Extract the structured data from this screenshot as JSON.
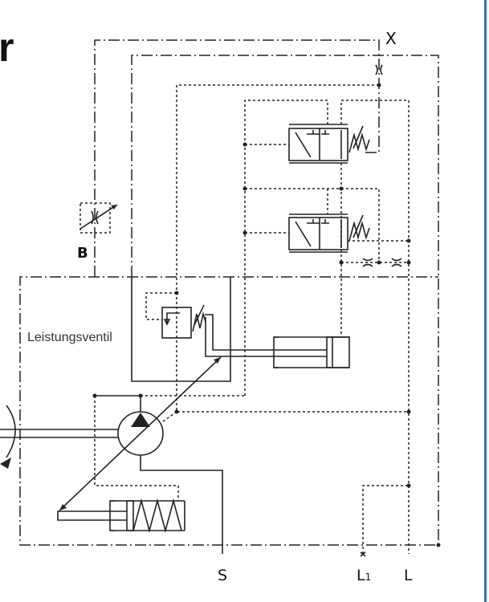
{
  "heading_fragment": "r",
  "ports": {
    "x": "X",
    "b": "B",
    "s": "S",
    "l1_base": "L",
    "l1_sub": "1",
    "l": "L"
  },
  "component_label": "Leistungsventil",
  "colors": {
    "line": "#222222",
    "border": "#3a6fc4"
  }
}
